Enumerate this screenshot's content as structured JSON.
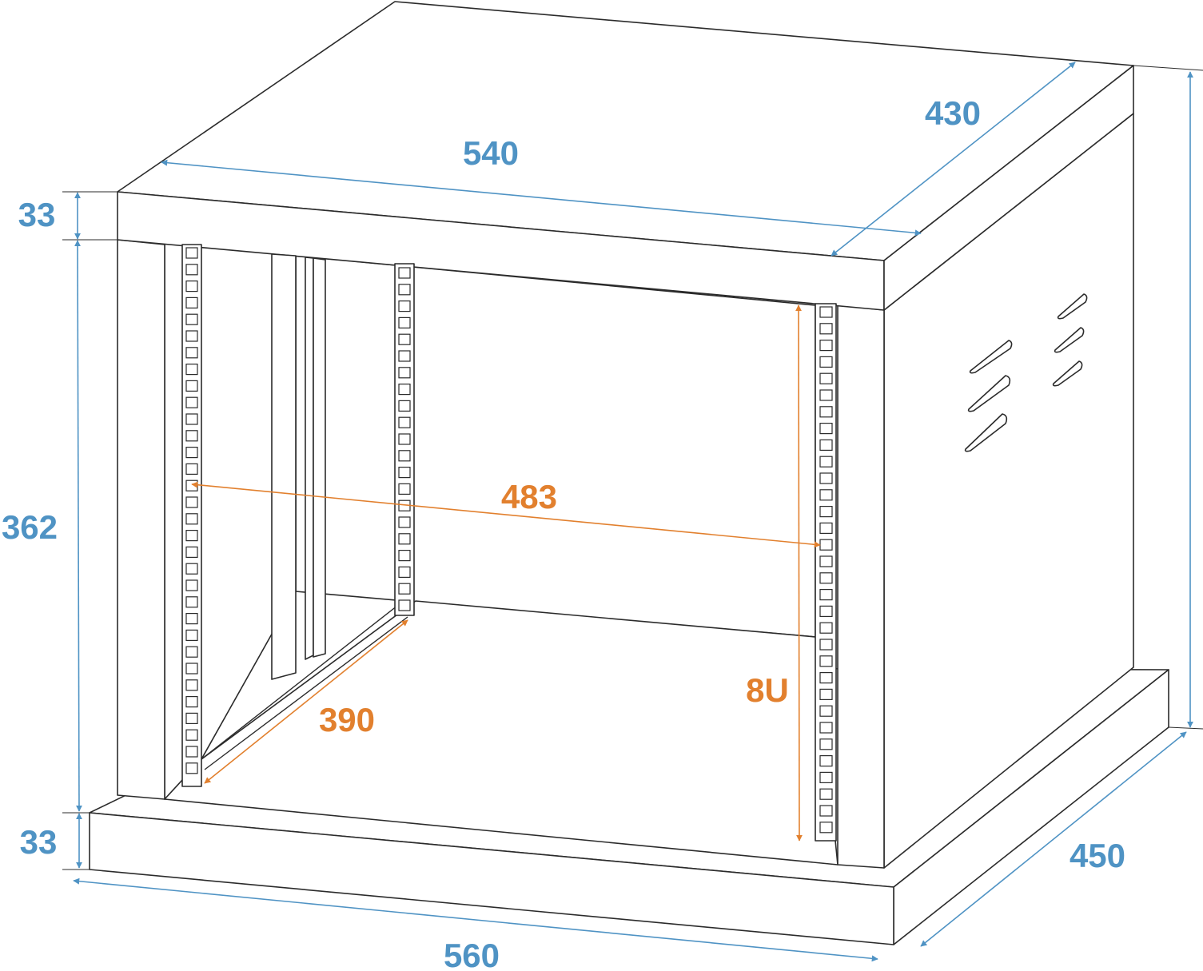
{
  "colors": {
    "outer_dimension": "#4f93c4",
    "inner_dimension": "#e2802e",
    "outline": "#2b2b2b",
    "background": "#ffffff"
  },
  "dimensions": {
    "top_width": "540",
    "top_depth": "430",
    "top_panel_height": "33",
    "side_height": "362",
    "bottom_panel_height": "33",
    "bottom_width": "560",
    "bottom_depth": "450",
    "rail_width": "483",
    "rail_depth": "390",
    "rack_units": "8U"
  }
}
